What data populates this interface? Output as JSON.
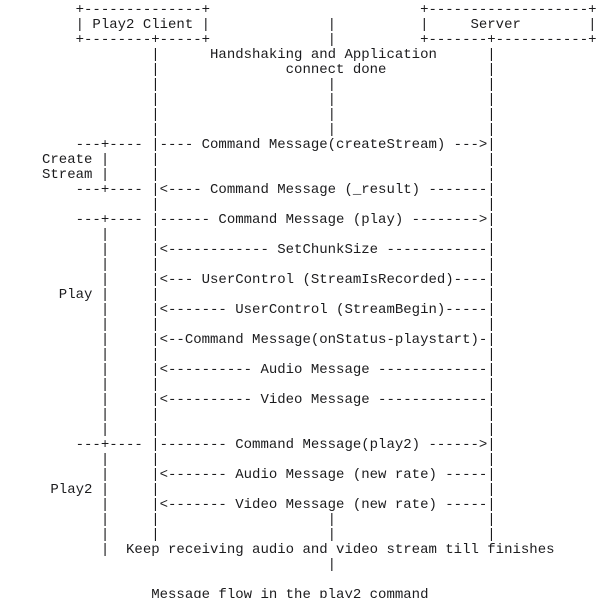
{
  "page": {
    "background": "#ffffff",
    "text_color": "#1b1b1d"
  },
  "diagram": {
    "caption": "Message flow in the play2 command",
    "client_name": "Play2 Client",
    "server_name": "Server",
    "handshake_note": "Handshaking and Application connect done",
    "footer_note": "Keep receiving audio and video stream till finishes",
    "groups": [
      {
        "label": "Create Stream",
        "messages": [
          {
            "text": "Command Message(createStream)",
            "direction": "client-to-server"
          },
          {
            "text": "Command Message (_result)",
            "direction": "server-to-client"
          }
        ]
      },
      {
        "label": "Play",
        "messages": [
          {
            "text": "Command Message (play)",
            "direction": "client-to-server"
          },
          {
            "text": "SetChunkSize",
            "direction": "server-to-client"
          },
          {
            "text": "UserControl (StreamIsRecorded)",
            "direction": "server-to-client"
          },
          {
            "text": "UserControl (StreamBegin)",
            "direction": "server-to-client"
          },
          {
            "text": "Command Message(onStatus-playstart)",
            "direction": "server-to-client"
          },
          {
            "text": "Audio Message",
            "direction": "server-to-client"
          },
          {
            "text": "Video Message",
            "direction": "server-to-client"
          }
        ]
      },
      {
        "label": "Play2",
        "messages": [
          {
            "text": "Command Message(play2)",
            "direction": "client-to-server"
          },
          {
            "text": "Audio Message (new rate)",
            "direction": "server-to-client"
          },
          {
            "text": "Video Message (new rate)",
            "direction": "server-to-client"
          }
        ]
      }
    ],
    "lines": [
      "         +--------------+                         +-------------------+",
      "         | Play2 Client |              |          |     Server        |",
      "         +--------+-----+              |          +-------+-----------+",
      "                  |      Handshaking and Application      |",
      "                  |               connect done            |",
      "                  |                    |                  |",
      "                  |                    |                  |",
      "                  |                    |                  |",
      "                  |                    |                  |",
      "         ---+---- |---- Command Message(createStream) --->|",
      "     Create |     |                                       |",
      "     Stream |     |                                       |",
      "         ---+---- |<---- Command Message (_result) -------|",
      "                  |                                       |",
      "         ---+---- |------ Command Message (play) -------->|",
      "            |     |                                       |",
      "            |     |<------------ SetChunkSize ------------|",
      "            |     |                                       |",
      "            |     |<--- UserControl (StreamIsRecorded)----|",
      "       Play |     |                                       |",
      "            |     |<------- UserControl (StreamBegin)-----|",
      "            |     |                                       |",
      "            |     |<--Command Message(onStatus-playstart)-|",
      "            |     |                                       |",
      "            |     |<---------- Audio Message -------------|",
      "            |     |                                       |",
      "            |     |<---------- Video Message -------------|",
      "            |     |                                       |",
      "            |     |                                       |",
      "         ---+---- |-------- Command Message(play2) ------>|",
      "            |     |                                       |",
      "            |     |<------- Audio Message (new rate) -----|",
      "      Play2 |     |                                       |",
      "            |     |<------- Video Message (new rate) -----|",
      "            |     |                    |                  |",
      "            |     |                    |                  |",
      "            |  Keep receiving audio and video stream till finishes",
      "                                       |",
      "",
      "                  Message flow in the play2 command"
    ]
  }
}
